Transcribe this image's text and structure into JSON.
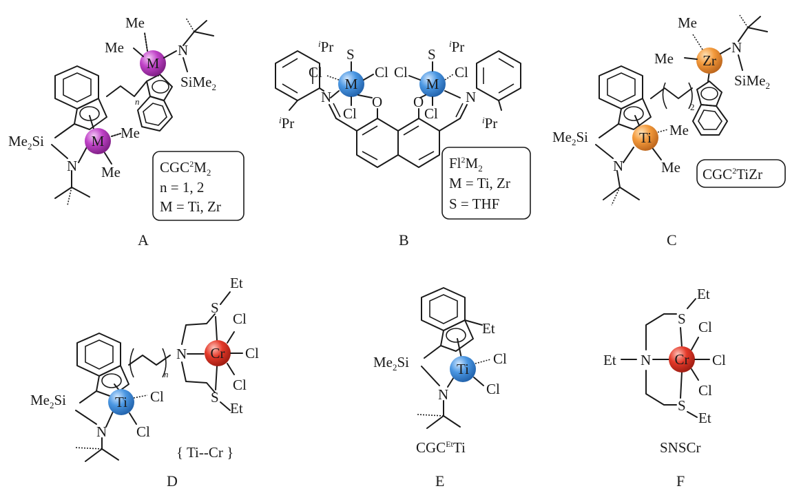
{
  "colors": {
    "magenta": "#c043c8",
    "blue": "#4b97e2",
    "orange": "#f39a3c",
    "red": "#e43a2a"
  },
  "compounds": {
    "A": {
      "caption": "A",
      "metal": "M",
      "me": "Me",
      "me2si": "Me",
      "si": "Si",
      "sime": "SiMe",
      "n_atom": "N",
      "n_sub": "n",
      "two": "2",
      "box_line1_main": "CGC",
      "box_line1_sup": "2",
      "box_line1_end": "M",
      "box_line2": "n = 1, 2",
      "box_line3": "M = Ti, Zr"
    },
    "B": {
      "caption": "B",
      "metal": "M",
      "cl": "Cl",
      "s": "S",
      "o": "O",
      "n_atom": "N",
      "ipr_i": "i",
      "ipr_pr": "Pr",
      "box_line1_main": "Fl",
      "box_line1_sup": "2",
      "box_line1_end": "M",
      "box_line2": "M = Ti, Zr",
      "box_line3": "S = THF"
    },
    "C": {
      "caption": "C",
      "metal_top": "Zr",
      "metal_bottom": "Ti",
      "me": "Me",
      "n_atom": "N",
      "sime": "SiMe",
      "me2si": "Me",
      "si": "Si",
      "two": "2",
      "box_main": "CGC",
      "box_sup": "2",
      "box_end": "TiZr"
    },
    "D": {
      "caption": "D",
      "metal_ti": "Ti",
      "metal_cr": "Cr",
      "cl": "Cl",
      "s": "S",
      "et": "Et",
      "n_atom": "N",
      "me2si": "Me",
      "si": "Si",
      "two": "2",
      "n_sub": "n",
      "brace_label": "{ Ti--Cr }"
    },
    "E": {
      "caption": "E",
      "metal": "Ti",
      "cl": "Cl",
      "et": "Et",
      "n_atom": "N",
      "me2si": "Me",
      "si": "Si",
      "two": "2",
      "name_main": "CGC",
      "name_sup": "Et",
      "name_end": "Ti"
    },
    "F": {
      "caption": "F",
      "metal": "Cr",
      "cl": "Cl",
      "s": "S",
      "et": "Et",
      "n_atom": "N",
      "name": "SNSCr"
    }
  }
}
